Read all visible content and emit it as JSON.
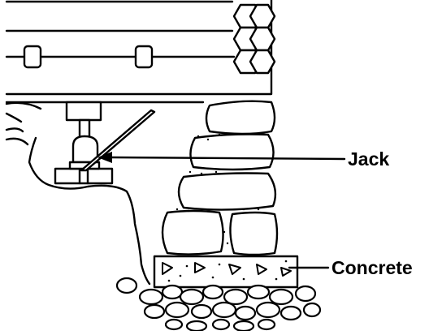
{
  "diagram": {
    "labels": {
      "jack": "Jack",
      "concrete": "Concrete"
    },
    "colors": {
      "ink": "#000000",
      "paper": "#ffffff"
    },
    "parts": [
      "floor-framing",
      "jack",
      "stone-pier",
      "concrete-footing",
      "rubble-fill"
    ]
  }
}
